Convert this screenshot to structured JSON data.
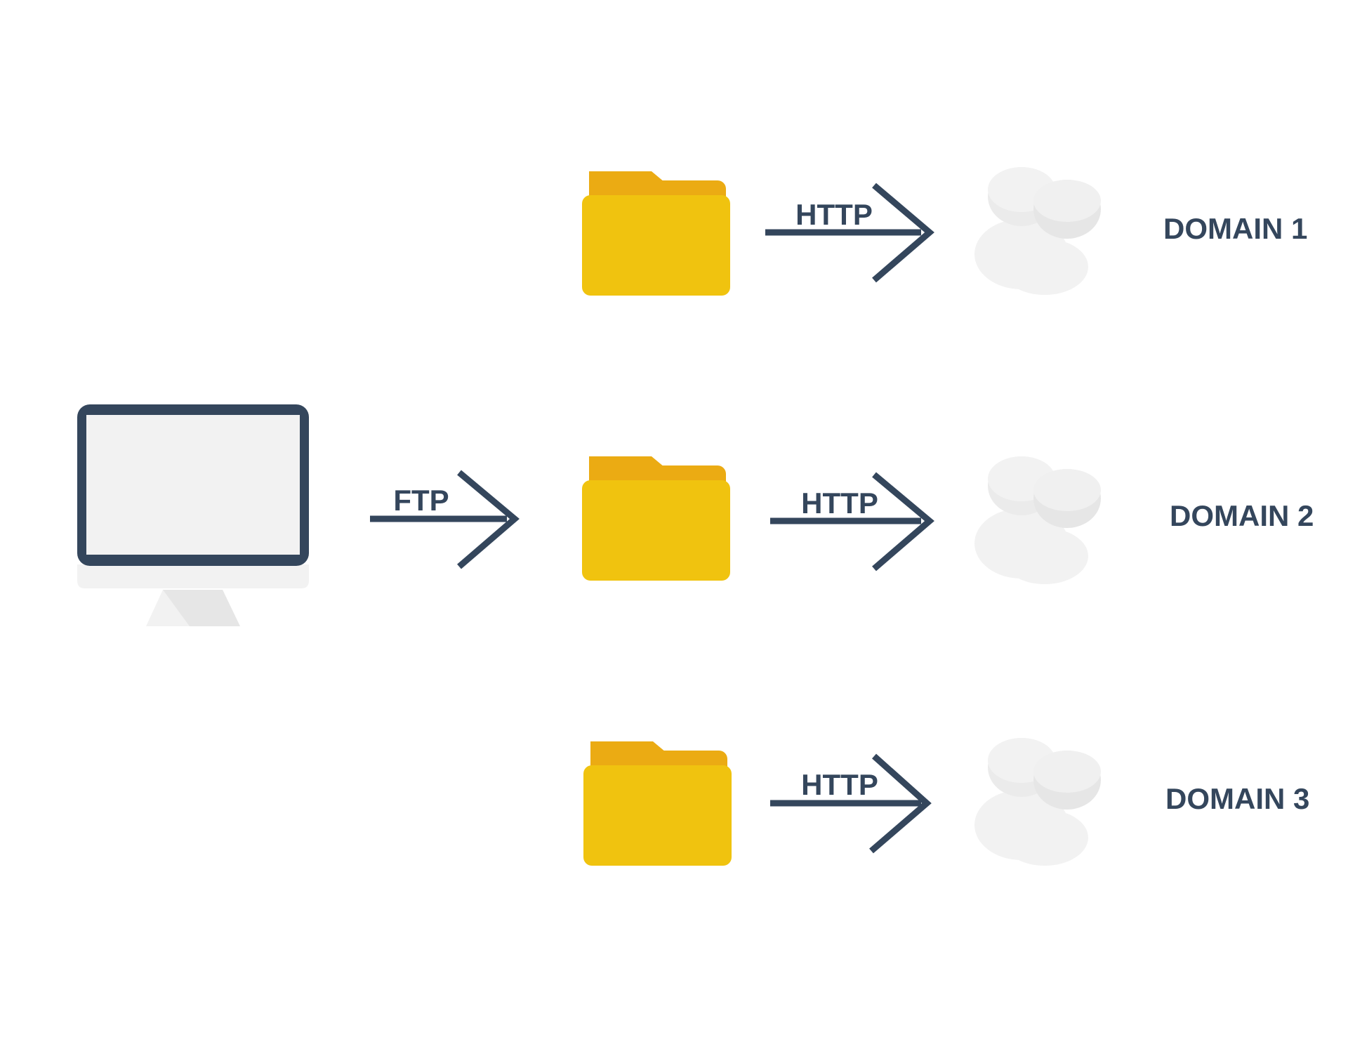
{
  "source": {
    "icon": "desktop-computer-icon"
  },
  "upload": {
    "protocol": "FTP"
  },
  "folders": [
    {
      "icon": "folder-icon"
    },
    {
      "icon": "folder-icon"
    },
    {
      "icon": "folder-icon"
    }
  ],
  "links": [
    {
      "protocol": "HTTP",
      "domain": "DOMAIN 1",
      "icon": "users-icon"
    },
    {
      "protocol": "HTTP",
      "domain": "DOMAIN 2",
      "icon": "users-icon"
    },
    {
      "protocol": "HTTP",
      "domain": "DOMAIN 3",
      "icon": "users-icon"
    }
  ],
  "colors": {
    "arrow": "#34465c",
    "folder_front": "#f0c30f",
    "folder_back": "#ebab13",
    "monitor_frame": "#34465c",
    "screen": "#f2f2f2",
    "users": "#f0f0f0"
  }
}
